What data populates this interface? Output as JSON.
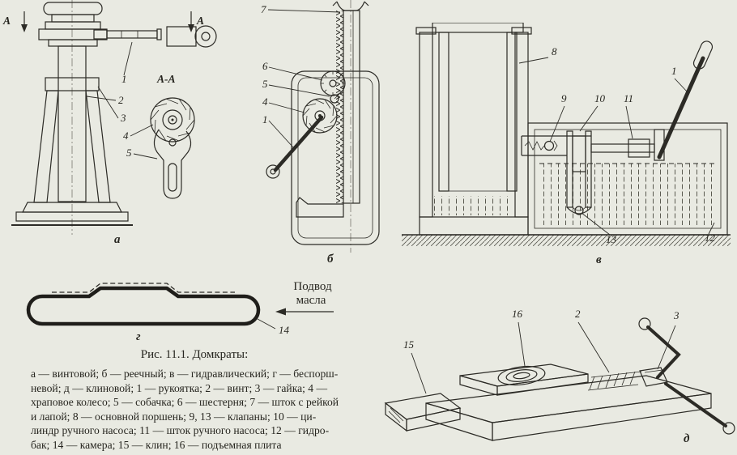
{
  "page": {
    "background": "#e9eae2",
    "ink": "#2c2b26"
  },
  "fig_a": {
    "cut_letter_left": "A",
    "cut_letter_right": "A",
    "section_title": "А-А",
    "callout_1": "1",
    "callout_2": "2",
    "callout_3": "3",
    "callout_4": "4",
    "callout_5": "5",
    "label": "а"
  },
  "fig_b": {
    "callout_7": "7",
    "callout_6": "6",
    "callout_5": "5",
    "callout_4": "4",
    "callout_1": "1",
    "label": "б"
  },
  "fig_v": {
    "callout_8": "8",
    "callout_9": "9",
    "callout_10": "10",
    "callout_11": "11",
    "callout_1": "1",
    "callout_13": "13",
    "callout_12": "12",
    "label": "в"
  },
  "fig_g": {
    "supply_line1": "Подвод",
    "supply_line2": "масла",
    "callout_14": "14",
    "label": "г"
  },
  "fig_d": {
    "callout_15": "15",
    "callout_16": "16",
    "callout_2": "2",
    "callout_3": "3",
    "label": "д"
  },
  "caption": {
    "title": "Рис. 11.1. Домкраты:",
    "lines": [
      "а — винтовой; б — реечный; в — гидравлический; г — беспорш-",
      "невой; д — клиновой; 1 — рукоятка; 2 — винт; 3 — гайка; 4 —",
      "храповое колесо; 5 — собачка; 6 — шестерня; 7 — шток с рейкой",
      "и лапой; 8 — основной поршень; 9, 13 — клапаны; 10 — ци-",
      "линдр ручного насоса; 11 — шток ручного насоса; 12 — гидро-",
      "бак; 14 — камера; 15 — клин; 16 — подъемная плита"
    ]
  }
}
